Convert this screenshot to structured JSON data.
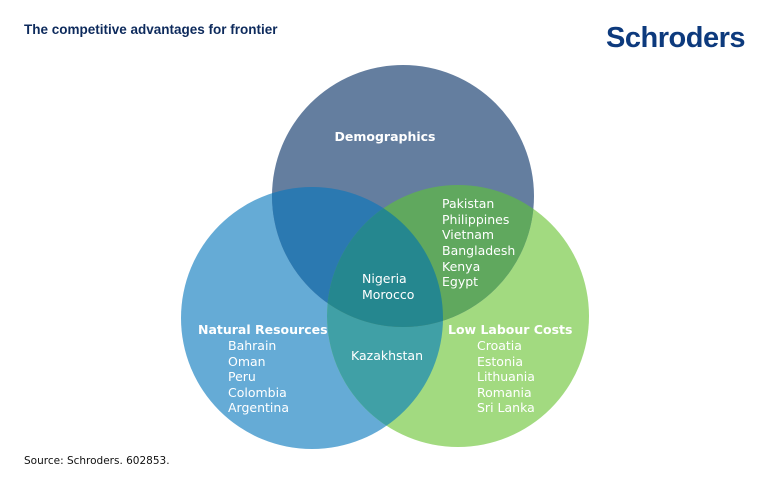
{
  "header": {
    "title": "The competitive advantages for frontier",
    "logo": "Schroders"
  },
  "venn": {
    "demographics": {
      "label": "Demographics",
      "color": "#647e9f"
    },
    "natural_resources": {
      "label": "Natural Resources",
      "color": "#65abd6",
      "items": [
        "Bahrain",
        "Oman",
        "Peru",
        "Colombia",
        "Argentina"
      ]
    },
    "low_labour": {
      "label": "Low Labour Costs",
      "color": "#a2da80",
      "items": [
        "Croatia",
        "Estonia",
        "Lithuania",
        "Romania",
        "Sri Lanka"
      ]
    },
    "demo_labour": {
      "items": [
        "Pakistan",
        "Philippines",
        "Vietnam",
        "Bangladesh",
        "Kenya",
        "Egypt"
      ]
    },
    "demo_resources": {
      "items": []
    },
    "resources_labour": {
      "items": [
        "Kazakhstan"
      ]
    },
    "all_three": {
      "items": [
        "Nigeria",
        "Morocco"
      ]
    }
  },
  "footer": {
    "source": "Source: Schroders. 602853."
  }
}
